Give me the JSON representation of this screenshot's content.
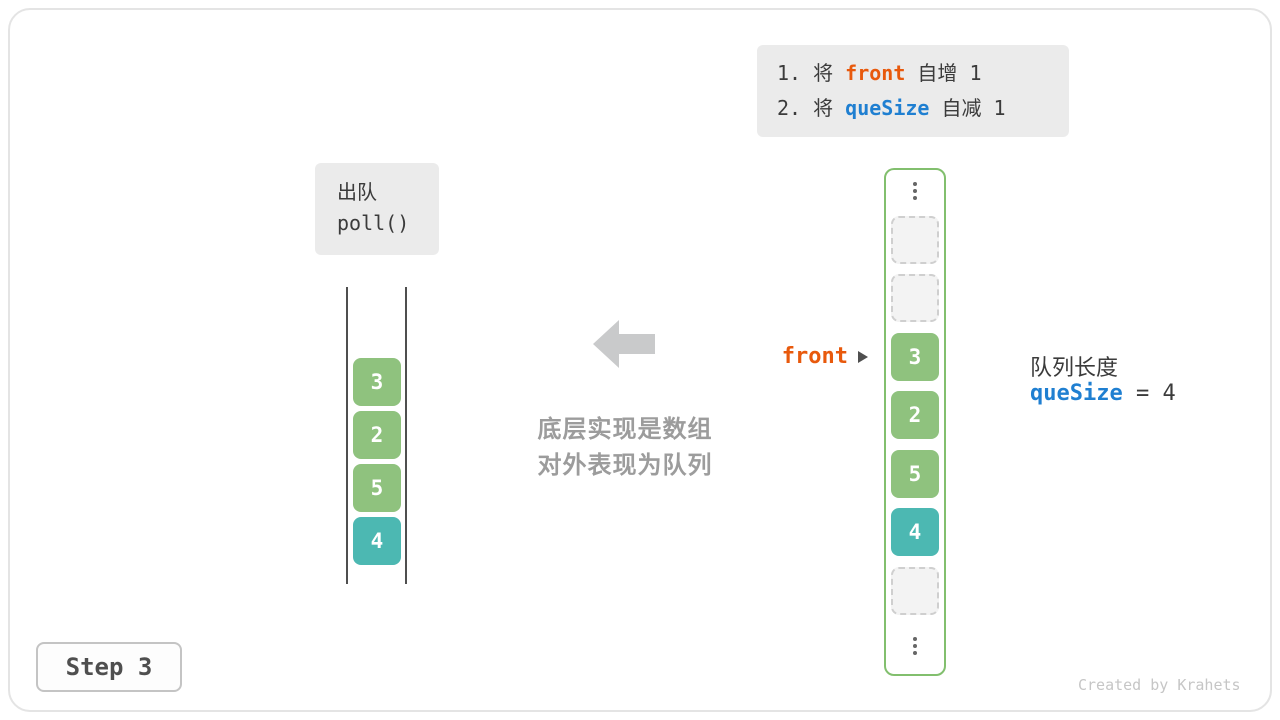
{
  "palette": {
    "green": "#8fc27e",
    "teal": "#4cb8b2",
    "orange": "#e8590c",
    "blue": "#1f7fd1",
    "box_gray": "#ebebeb",
    "arrow_gray": "#c9cacb",
    "text_dark": "#3b3b3b",
    "text_gray": "#9c9c9c",
    "border_green": "#82bf6e"
  },
  "instruction_box": {
    "lines": [
      {
        "prefix": "1. 将 ",
        "keyword": "front",
        "suffix": " 自增 1",
        "keyword_color": "orange"
      },
      {
        "prefix": "2. 将 ",
        "keyword": "queSize",
        "suffix": " 自减 1",
        "keyword_color": "blue"
      }
    ]
  },
  "poll_box": {
    "title": "出队",
    "code": "poll()"
  },
  "abstract_queue": {
    "cells": [
      {
        "value": "3",
        "color": "green"
      },
      {
        "value": "2",
        "color": "green"
      },
      {
        "value": "5",
        "color": "green"
      },
      {
        "value": "4",
        "color": "teal"
      }
    ]
  },
  "middle_caption": {
    "line1": "底层实现是数组",
    "line2": "对外表现为队列"
  },
  "front_pointer": {
    "label": "front"
  },
  "array_column": {
    "cells": [
      {
        "type": "empty"
      },
      {
        "type": "empty"
      },
      {
        "type": "filled",
        "value": "3",
        "color": "green"
      },
      {
        "type": "filled",
        "value": "2",
        "color": "green"
      },
      {
        "type": "filled",
        "value": "5",
        "color": "green"
      },
      {
        "type": "filled",
        "value": "4",
        "color": "teal"
      },
      {
        "type": "empty"
      }
    ]
  },
  "queue_info": {
    "label": "队列长度",
    "variable": "queSize",
    "rest": " = 4"
  },
  "step_badge": {
    "label": "Step 3"
  },
  "credit": "Created by Krahets"
}
